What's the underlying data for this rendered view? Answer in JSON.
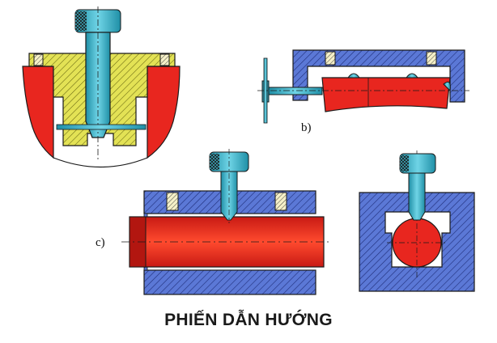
{
  "figure": {
    "title": "PHIẾN DẪN HƯỚNG",
    "labels": {
      "b": "b)",
      "c": "c)"
    }
  },
  "colors": {
    "red_part": "#e8261f",
    "yellow_part": "#e3e255",
    "blue_part": "#5b78d6",
    "cyan_pin": "#3fb3c9",
    "outline": "#1a1a1a"
  }
}
